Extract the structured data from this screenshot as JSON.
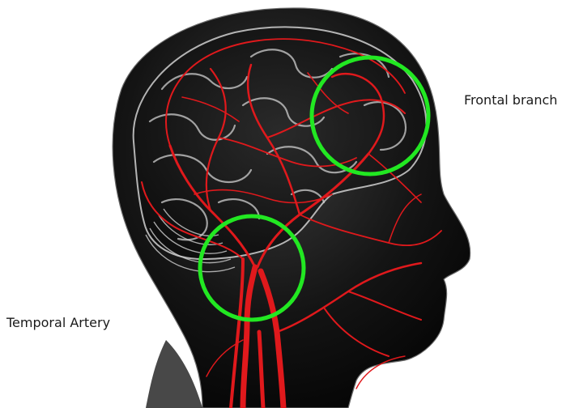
{
  "labels": {
    "frontal": "Frontal branch",
    "temporal": "Temporal Artery"
  },
  "colors": {
    "background": "#ffffff",
    "head_silhouette": "#0b0b0b",
    "brain_highlight": "#d9d9d9",
    "artery": "#e0191c",
    "marker_circle": "#22e822",
    "label_text": "#1a1a1a"
  },
  "markers": [
    {
      "id": "frontal-marker",
      "label_ref": "frontal"
    },
    {
      "id": "temporal-marker",
      "label_ref": "temporal"
    }
  ]
}
